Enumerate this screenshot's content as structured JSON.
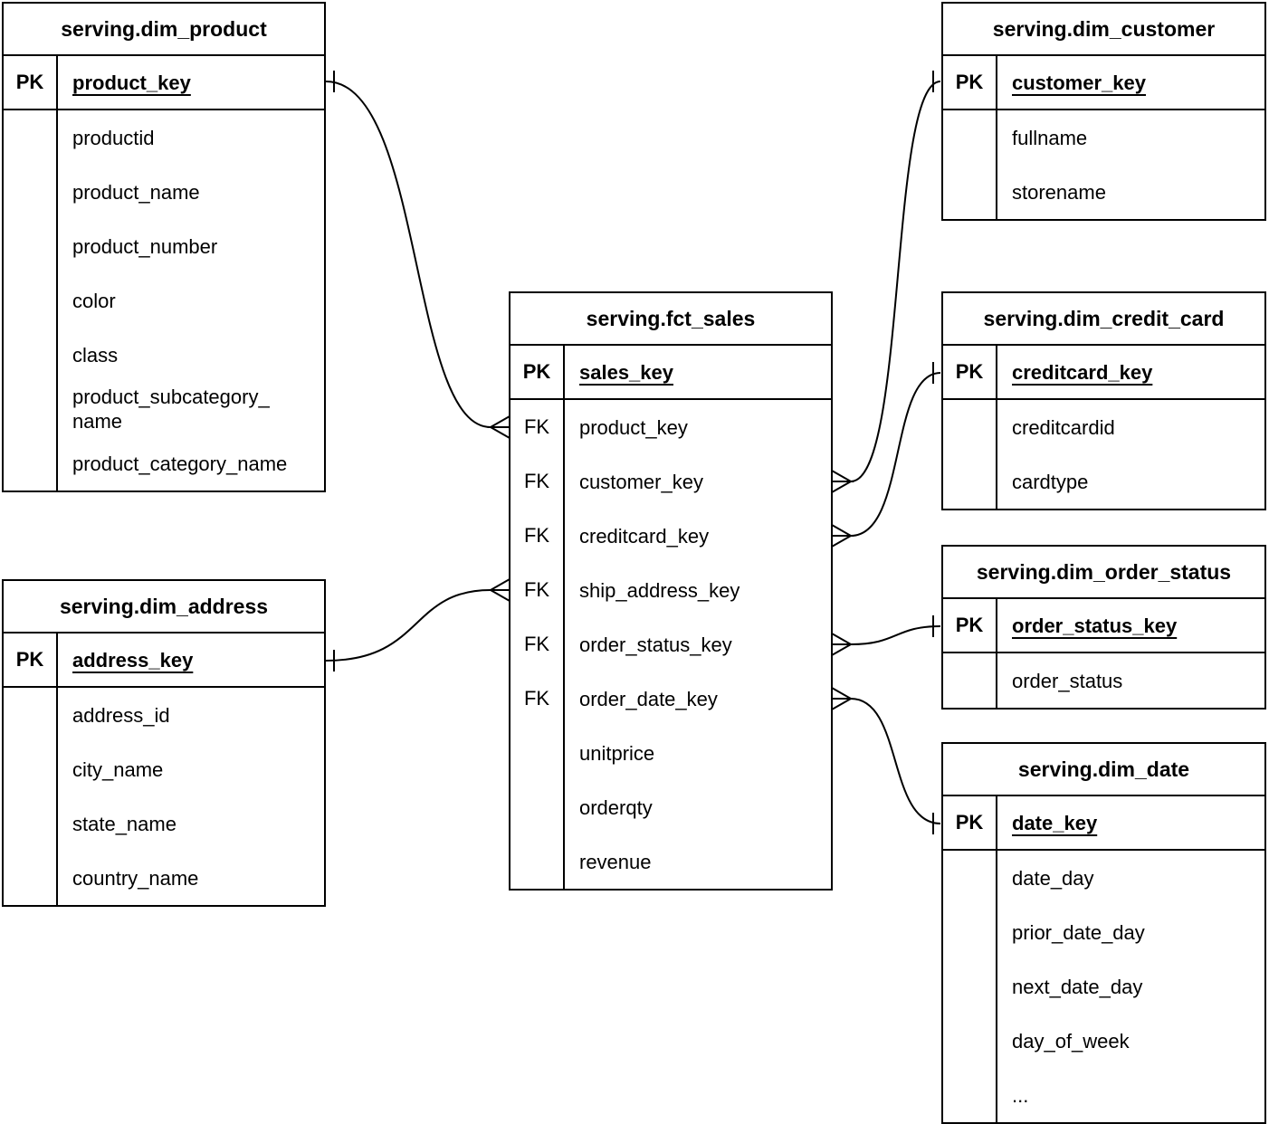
{
  "diagram": {
    "colors": {
      "background": "#ffffff",
      "border": "#000000",
      "text": "#000000",
      "line": "#000000"
    },
    "entities": [
      {
        "id": "dim-product",
        "title": "serving.dim_product",
        "rows": [
          {
            "key": "PK",
            "name": "product_key",
            "is_key": true
          },
          {
            "key": "",
            "name": "productid"
          },
          {
            "key": "",
            "name": "product_name"
          },
          {
            "key": "",
            "name": "product_number"
          },
          {
            "key": "",
            "name": "color"
          },
          {
            "key": "",
            "name": "class"
          },
          {
            "key": "",
            "name": "product_subcategory_\nname"
          },
          {
            "key": "",
            "name": "product_category_name"
          }
        ]
      },
      {
        "id": "dim-customer",
        "title": "serving.dim_customer",
        "rows": [
          {
            "key": "PK",
            "name": "customer_key",
            "is_key": true
          },
          {
            "key": "",
            "name": "fullname"
          },
          {
            "key": "",
            "name": "storename"
          }
        ]
      },
      {
        "id": "fct-sales",
        "title": "serving.fct_sales",
        "rows": [
          {
            "key": "PK",
            "name": "sales_key",
            "is_key": true
          },
          {
            "key": "FK",
            "name": "product_key"
          },
          {
            "key": "FK",
            "name": "customer_key"
          },
          {
            "key": "FK",
            "name": "creditcard_key"
          },
          {
            "key": "FK",
            "name": "ship_address_key"
          },
          {
            "key": "FK",
            "name": "order_status_key"
          },
          {
            "key": "FK",
            "name": "order_date_key"
          },
          {
            "key": "",
            "name": "unitprice"
          },
          {
            "key": "",
            "name": "orderqty"
          },
          {
            "key": "",
            "name": "revenue"
          }
        ]
      },
      {
        "id": "dim-credit-card",
        "title": "serving.dim_credit_card",
        "rows": [
          {
            "key": "PK",
            "name": "creditcard_key",
            "is_key": true
          },
          {
            "key": "",
            "name": "creditcardid"
          },
          {
            "key": "",
            "name": "cardtype"
          }
        ]
      },
      {
        "id": "dim-order-status",
        "title": "serving.dim_order_status",
        "rows": [
          {
            "key": "PK",
            "name": "order_status_key",
            "is_key": true
          },
          {
            "key": "",
            "name": "order_status"
          }
        ]
      },
      {
        "id": "dim-address",
        "title": "serving.dim_address",
        "rows": [
          {
            "key": "PK",
            "name": "address_key",
            "is_key": true
          },
          {
            "key": "",
            "name": "address_id"
          },
          {
            "key": "",
            "name": "city_name"
          },
          {
            "key": "",
            "name": "state_name"
          },
          {
            "key": "",
            "name": "country_name"
          }
        ]
      },
      {
        "id": "dim-date",
        "title": "serving.dim_date",
        "rows": [
          {
            "key": "PK",
            "name": "date_key",
            "is_key": true
          },
          {
            "key": "",
            "name": "date_day"
          },
          {
            "key": "",
            "name": "prior_date_day"
          },
          {
            "key": "",
            "name": "next_date_day"
          },
          {
            "key": "",
            "name": "day_of_week"
          },
          {
            "key": "",
            "name": "..."
          }
        ]
      }
    ],
    "relationships": [
      {
        "from": "serving.fct_sales.product_key",
        "to": "serving.dim_product.product_key",
        "from_end": "many",
        "to_end": "one"
      },
      {
        "from": "serving.fct_sales.customer_key",
        "to": "serving.dim_customer.customer_key",
        "from_end": "many",
        "to_end": "one"
      },
      {
        "from": "serving.fct_sales.creditcard_key",
        "to": "serving.dim_credit_card.creditcard_key",
        "from_end": "many",
        "to_end": "one"
      },
      {
        "from": "serving.fct_sales.ship_address_key",
        "to": "serving.dim_address.address_key",
        "from_end": "many",
        "to_end": "one"
      },
      {
        "from": "serving.fct_sales.order_status_key",
        "to": "serving.dim_order_status.order_status_key",
        "from_end": "many",
        "to_end": "one"
      },
      {
        "from": "serving.fct_sales.order_date_key",
        "to": "serving.dim_date.date_key",
        "from_end": "many",
        "to_end": "one"
      }
    ]
  }
}
